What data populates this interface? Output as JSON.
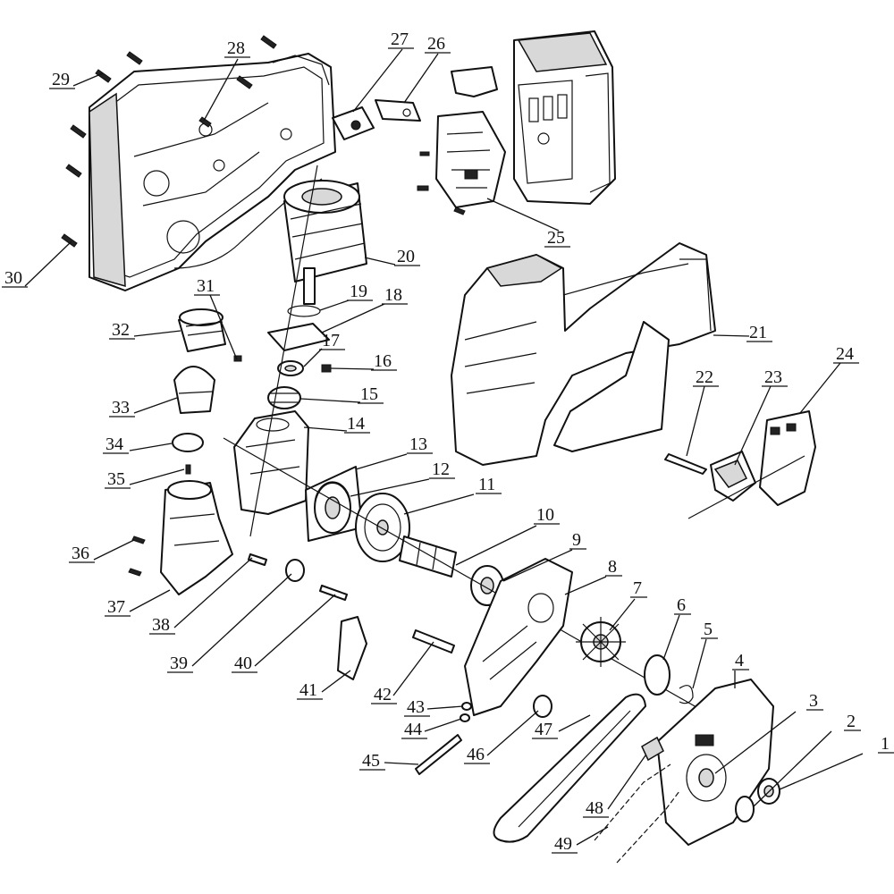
{
  "diagram": {
    "callouts": [
      {
        "id": "1",
        "label": "1"
      },
      {
        "id": "2",
        "label": "2"
      },
      {
        "id": "3",
        "label": "3"
      },
      {
        "id": "4",
        "label": "4"
      },
      {
        "id": "5",
        "label": "5"
      },
      {
        "id": "6",
        "label": "6"
      },
      {
        "id": "7",
        "label": "7"
      },
      {
        "id": "8",
        "label": "8"
      },
      {
        "id": "9",
        "label": "9"
      },
      {
        "id": "10",
        "label": "10"
      },
      {
        "id": "11",
        "label": "11"
      },
      {
        "id": "12",
        "label": "12"
      },
      {
        "id": "13",
        "label": "13"
      },
      {
        "id": "14",
        "label": "14"
      },
      {
        "id": "15",
        "label": "15"
      },
      {
        "id": "16",
        "label": "16"
      },
      {
        "id": "17",
        "label": "17"
      },
      {
        "id": "18",
        "label": "18"
      },
      {
        "id": "19",
        "label": "19"
      },
      {
        "id": "20",
        "label": "20"
      },
      {
        "id": "21",
        "label": "21"
      },
      {
        "id": "22",
        "label": "22"
      },
      {
        "id": "23",
        "label": "23"
      },
      {
        "id": "24",
        "label": "24"
      },
      {
        "id": "25",
        "label": "25"
      },
      {
        "id": "26",
        "label": "26"
      },
      {
        "id": "27",
        "label": "27"
      },
      {
        "id": "28",
        "label": "28"
      },
      {
        "id": "29",
        "label": "29"
      },
      {
        "id": "30",
        "label": "30"
      },
      {
        "id": "31",
        "label": "31"
      },
      {
        "id": "32",
        "label": "32"
      },
      {
        "id": "33",
        "label": "33"
      },
      {
        "id": "34",
        "label": "34"
      },
      {
        "id": "35",
        "label": "35"
      },
      {
        "id": "36",
        "label": "36"
      },
      {
        "id": "37",
        "label": "37"
      },
      {
        "id": "38",
        "label": "38"
      },
      {
        "id": "39",
        "label": "39"
      },
      {
        "id": "40",
        "label": "40"
      },
      {
        "id": "41",
        "label": "41"
      },
      {
        "id": "42",
        "label": "42"
      },
      {
        "id": "43",
        "label": "43"
      },
      {
        "id": "44",
        "label": "44"
      },
      {
        "id": "45",
        "label": "45"
      },
      {
        "id": "46",
        "label": "46"
      },
      {
        "id": "47",
        "label": "47"
      },
      {
        "id": "48",
        "label": "48"
      },
      {
        "id": "49",
        "label": "49"
      }
    ]
  }
}
